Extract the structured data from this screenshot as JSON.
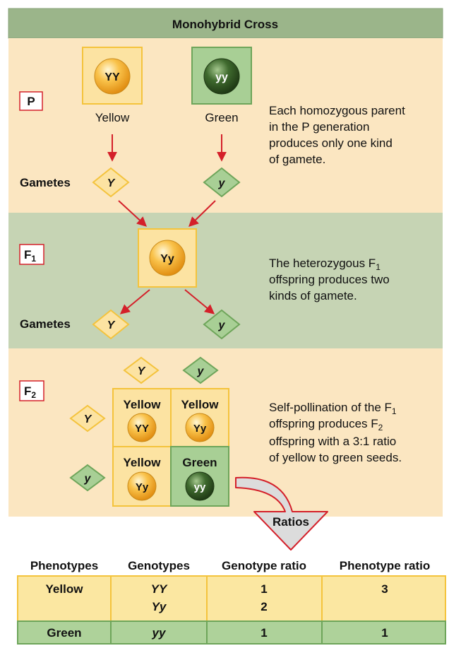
{
  "title": "Monohybrid Cross",
  "colors": {
    "header_bg": "#9bb58a",
    "peach_bg": "#fbe6c1",
    "green_bg": "#c6d4b4",
    "yellow_box": "#fce3a2",
    "yellow_box_border": "#f4c33c",
    "green_box": "#a8cf95",
    "green_box_border": "#6ea55a",
    "arrow_red": "#d4202a",
    "table_yellow": "#fbe7a1",
    "table_green": "#aed29a"
  },
  "p_generation": {
    "tag": "P",
    "parent_yellow": {
      "genotype": "YY",
      "label": "Yellow"
    },
    "parent_green": {
      "genotype": "yy",
      "label": "Green"
    },
    "gametes_label": "Gametes",
    "gamete_yellow": "Y",
    "gamete_green": "y",
    "description": [
      "Each homozygous parent",
      "in the P generation",
      "produces only one kind",
      "of gamete."
    ]
  },
  "f1_generation": {
    "tag": "F",
    "tag_sub": "1",
    "offspring": "Yy",
    "gametes_label": "Gametes",
    "gamete_yellow": "Y",
    "gamete_green": "y",
    "description_line1": "The heterozygous F",
    "description_line1_sub": "1",
    "description_rest": [
      "offspring produces two",
      "kinds of gamete."
    ]
  },
  "f2_generation": {
    "tag": "F",
    "tag_sub": "2",
    "col_gametes": [
      "Y",
      "y"
    ],
    "row_gametes": [
      "Y",
      "y"
    ],
    "cells": [
      {
        "phenotype": "Yellow",
        "genotype": "YY",
        "color": "yellow"
      },
      {
        "phenotype": "Yellow",
        "genotype": "Yy",
        "color": "yellow"
      },
      {
        "phenotype": "Yellow",
        "genotype": "Yy",
        "color": "yellow"
      },
      {
        "phenotype": "Green",
        "genotype": "yy",
        "color": "green"
      }
    ],
    "desc_line1": "Self-pollination of the F",
    "desc_line1_sub": "1",
    "desc_line2": "offspring produces F",
    "desc_line2_sub": "2",
    "desc_line3": "offspring with a 3:1 ratio",
    "desc_line4": "of yellow to green seeds."
  },
  "ratios_label": "Ratios",
  "table": {
    "headers": [
      "Phenotypes",
      "Genotypes",
      "Genotype ratio",
      "Phenotype ratio"
    ],
    "rows": [
      {
        "phenotype": "Yellow",
        "genotypes": [
          "YY",
          "Yy"
        ],
        "genotype_ratios": [
          "1",
          "2"
        ],
        "phenotype_ratio": "3"
      },
      {
        "phenotype": "Green",
        "genotypes": [
          "yy"
        ],
        "genotype_ratios": [
          "1"
        ],
        "phenotype_ratio": "1"
      }
    ]
  }
}
